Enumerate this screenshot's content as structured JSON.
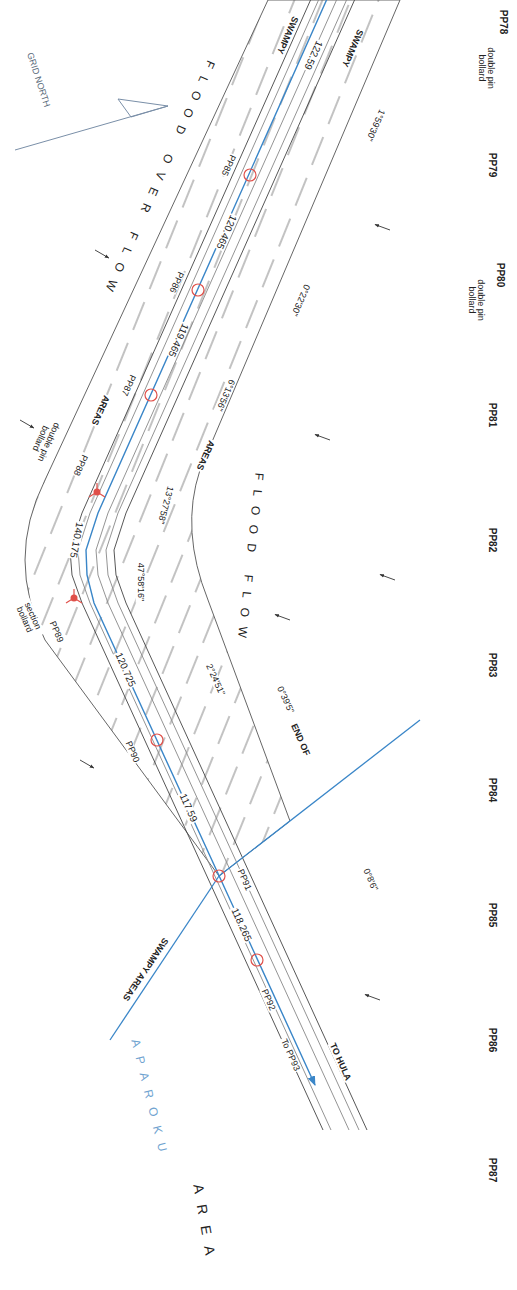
{
  "diagram": {
    "labels": [
      "GRID NORTH",
      "FLOOD OVER FLOW",
      "SWAMPY",
      "122.59",
      "SWAMPY",
      "1°59'30\"",
      "PP85",
      "120.465",
      "PP86",
      "0°22'30\"",
      "119.465",
      "PP87",
      "6°13'56\"",
      "AREAS",
      "AREAS",
      "PP88",
      "double pin bollard",
      "13°27'58\"",
      "140.175",
      "47°58'16\"",
      "FLOOD FLOW",
      "PP89",
      "section bollard",
      "2°24'51\"",
      "0°39'5\"",
      "120.725",
      "PP90",
      "END OF",
      "117.59",
      "PP91",
      "0°8'6\"",
      "118.265",
      "SWAMPY AREAS",
      "PP92",
      "To PP93",
      "TO HULA",
      "APAROKU",
      "AREA",
      "PP78",
      "double pin bollard",
      "PP79",
      "PP80",
      "double pin bollard",
      "PP81",
      "PP82",
      "PP83",
      "PP84",
      "PP85",
      "PP86",
      "PP87"
    ]
  }
}
